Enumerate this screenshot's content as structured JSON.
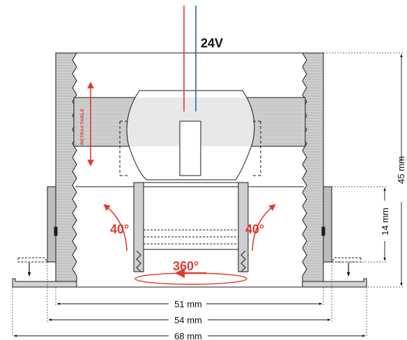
{
  "wires": {
    "voltage_label": "24V",
    "positive_color": "#e03a2f",
    "negative_color": "#2f5fb3"
  },
  "labels": {
    "retractable": "RETRACTABLE",
    "tilt_left": "40°",
    "tilt_right": "40°",
    "rotation": "360°"
  },
  "dimensions": {
    "height_total": "45 mm",
    "height_bezel": "14 mm",
    "width_inner": "51 mm",
    "width_mid": "54 mm",
    "width_outer": "68 mm"
  },
  "colors": {
    "housing": "#c9c9c9",
    "band": "#c9c9c9",
    "accent": "#e03a2f",
    "line": "#1a1a1a"
  },
  "icons": [
    "down-arrow-icon",
    "rotation-arrow-icon",
    "tilt-arrow-icon",
    "vertical-arrow-icon"
  ]
}
